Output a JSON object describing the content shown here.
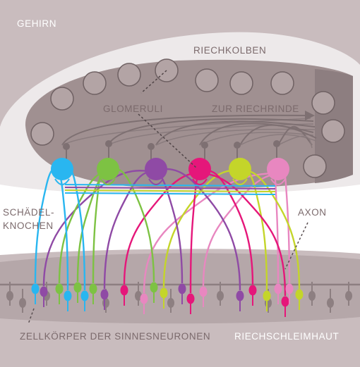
{
  "labels": {
    "brain": "GEHIRN",
    "olfactory_bulb": "RIECHKOLBEN",
    "glomeruli": "GLOMERULI",
    "to_cortex": "ZUR RIECHRINDE",
    "skull_line1": "SCHÄDEL-",
    "skull_line2": "KNOCHEN",
    "axon": "AXON",
    "receptor_cells": "ZELLKÖRPER DER SINNESNEURONEN",
    "mucosa": "RIECHSCHLEIMHAUT"
  },
  "colors": {
    "background": "#c9bcbe",
    "brain_band": "#ede9ea",
    "bulb": "#a09091",
    "glomerulus": "#b3a4a5",
    "skull": "#ffffff",
    "mucosa": "#b5a7a9",
    "label_dark": "#7b6a6c",
    "label_light": "#ffffff",
    "receptor_types": [
      "#29b6f0",
      "#7dc243",
      "#8f4aa5",
      "#e5177a",
      "#c4d52a",
      "#e887c0"
    ]
  },
  "neuron_types": [
    {
      "color_name": "cyan"
    },
    {
      "color_name": "green"
    },
    {
      "color_name": "purple"
    },
    {
      "color_name": "magenta"
    },
    {
      "color_name": "lime"
    },
    {
      "color_name": "pink"
    }
  ]
}
